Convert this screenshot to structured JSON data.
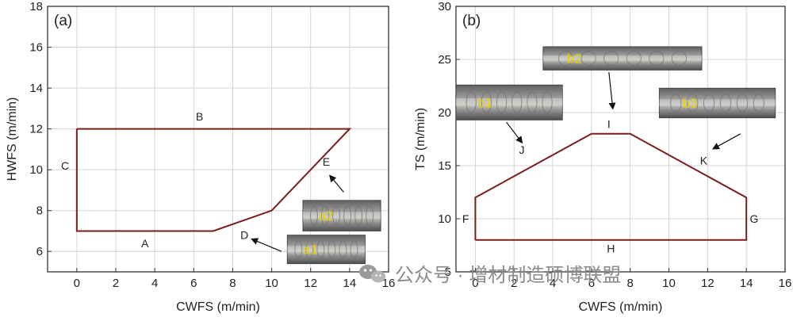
{
  "watermark": {
    "text": "公众号 · 增材制造硕博联盟",
    "icon": "wechat-icon",
    "color": "#9a9a9a"
  },
  "chart_data": [
    {
      "type": "line",
      "panel_label": "(a)",
      "xlabel": "CWFS (m/min)",
      "ylabel": "HWFS (m/min)",
      "xlim": [
        -1.5,
        16
      ],
      "ylim": [
        5,
        18
      ],
      "xticks": [
        0,
        2,
        4,
        6,
        8,
        10,
        12,
        14,
        16
      ],
      "yticks": [
        6,
        8,
        10,
        12,
        14,
        16,
        18
      ],
      "grid": true,
      "line_color": "#7a1d1d",
      "series": [
        {
          "x": [
            0,
            14,
            10,
            7,
            0,
            0
          ],
          "y": [
            12,
            12,
            8,
            7,
            7,
            12
          ]
        }
      ],
      "point_labels": [
        {
          "text": "A",
          "x": 3.5,
          "y": 6.4
        },
        {
          "text": "B",
          "x": 6.3,
          "y": 12.6
        },
        {
          "text": "C",
          "x": -0.6,
          "y": 10.2
        },
        {
          "text": "D",
          "x": 8.6,
          "y": 6.8
        },
        {
          "text": "E",
          "x": 12.8,
          "y": 10.4
        }
      ],
      "photos": [
        {
          "label": "a2",
          "x": [
            11.6,
            15.6
          ],
          "y": [
            7.0,
            8.5
          ]
        },
        {
          "label": "a1",
          "x": [
            10.8,
            14.8
          ],
          "y": [
            5.4,
            6.8
          ]
        }
      ],
      "arrows": [
        {
          "from": [
            13.7,
            8.9
          ],
          "to": [
            13.0,
            9.7
          ]
        },
        {
          "from": [
            10.5,
            6.0
          ],
          "to": [
            9.0,
            6.6
          ]
        }
      ]
    },
    {
      "type": "line",
      "panel_label": "(b)",
      "xlabel": "CWFS (m/min)",
      "ylabel": "TS (m/min)",
      "xlim": [
        -1,
        16
      ],
      "ylim": [
        5,
        30
      ],
      "xticks": [
        0,
        2,
        4,
        6,
        8,
        10,
        12,
        14,
        16
      ],
      "yticks": [
        5,
        10,
        15,
        20,
        25,
        30
      ],
      "grid": true,
      "line_color": "#7a1d1d",
      "series": [
        {
          "x": [
            0,
            0,
            6,
            8,
            14,
            14,
            0
          ],
          "y": [
            8,
            12,
            18,
            18,
            12,
            8,
            8
          ]
        }
      ],
      "point_labels": [
        {
          "text": "F",
          "x": -0.5,
          "y": 10
        },
        {
          "text": "G",
          "x": 14.4,
          "y": 10
        },
        {
          "text": "H",
          "x": 7.0,
          "y": 7.2
        },
        {
          "text": "I",
          "x": 6.9,
          "y": 18.9
        },
        {
          "text": "J",
          "x": 2.4,
          "y": 16.5
        },
        {
          "text": "K",
          "x": 11.8,
          "y": 15.5
        }
      ],
      "photos": [
        {
          "label": "b2",
          "x": [
            3.5,
            11.7
          ],
          "y": [
            24.0,
            26.2
          ]
        },
        {
          "label": "b1",
          "x": [
            -1.0,
            4.5
          ],
          "y": [
            19.3,
            22.6
          ]
        },
        {
          "label": "b3",
          "x": [
            9.5,
            15.5
          ],
          "y": [
            19.5,
            22.3
          ]
        }
      ],
      "arrows": [
        {
          "from": [
            6.9,
            23.8
          ],
          "to": [
            7.1,
            20.4
          ]
        },
        {
          "from": [
            1.6,
            19.1
          ],
          "to": [
            2.4,
            17.2
          ]
        },
        {
          "from": [
            13.7,
            18.0
          ],
          "to": [
            12.3,
            16.6
          ]
        }
      ]
    }
  ]
}
